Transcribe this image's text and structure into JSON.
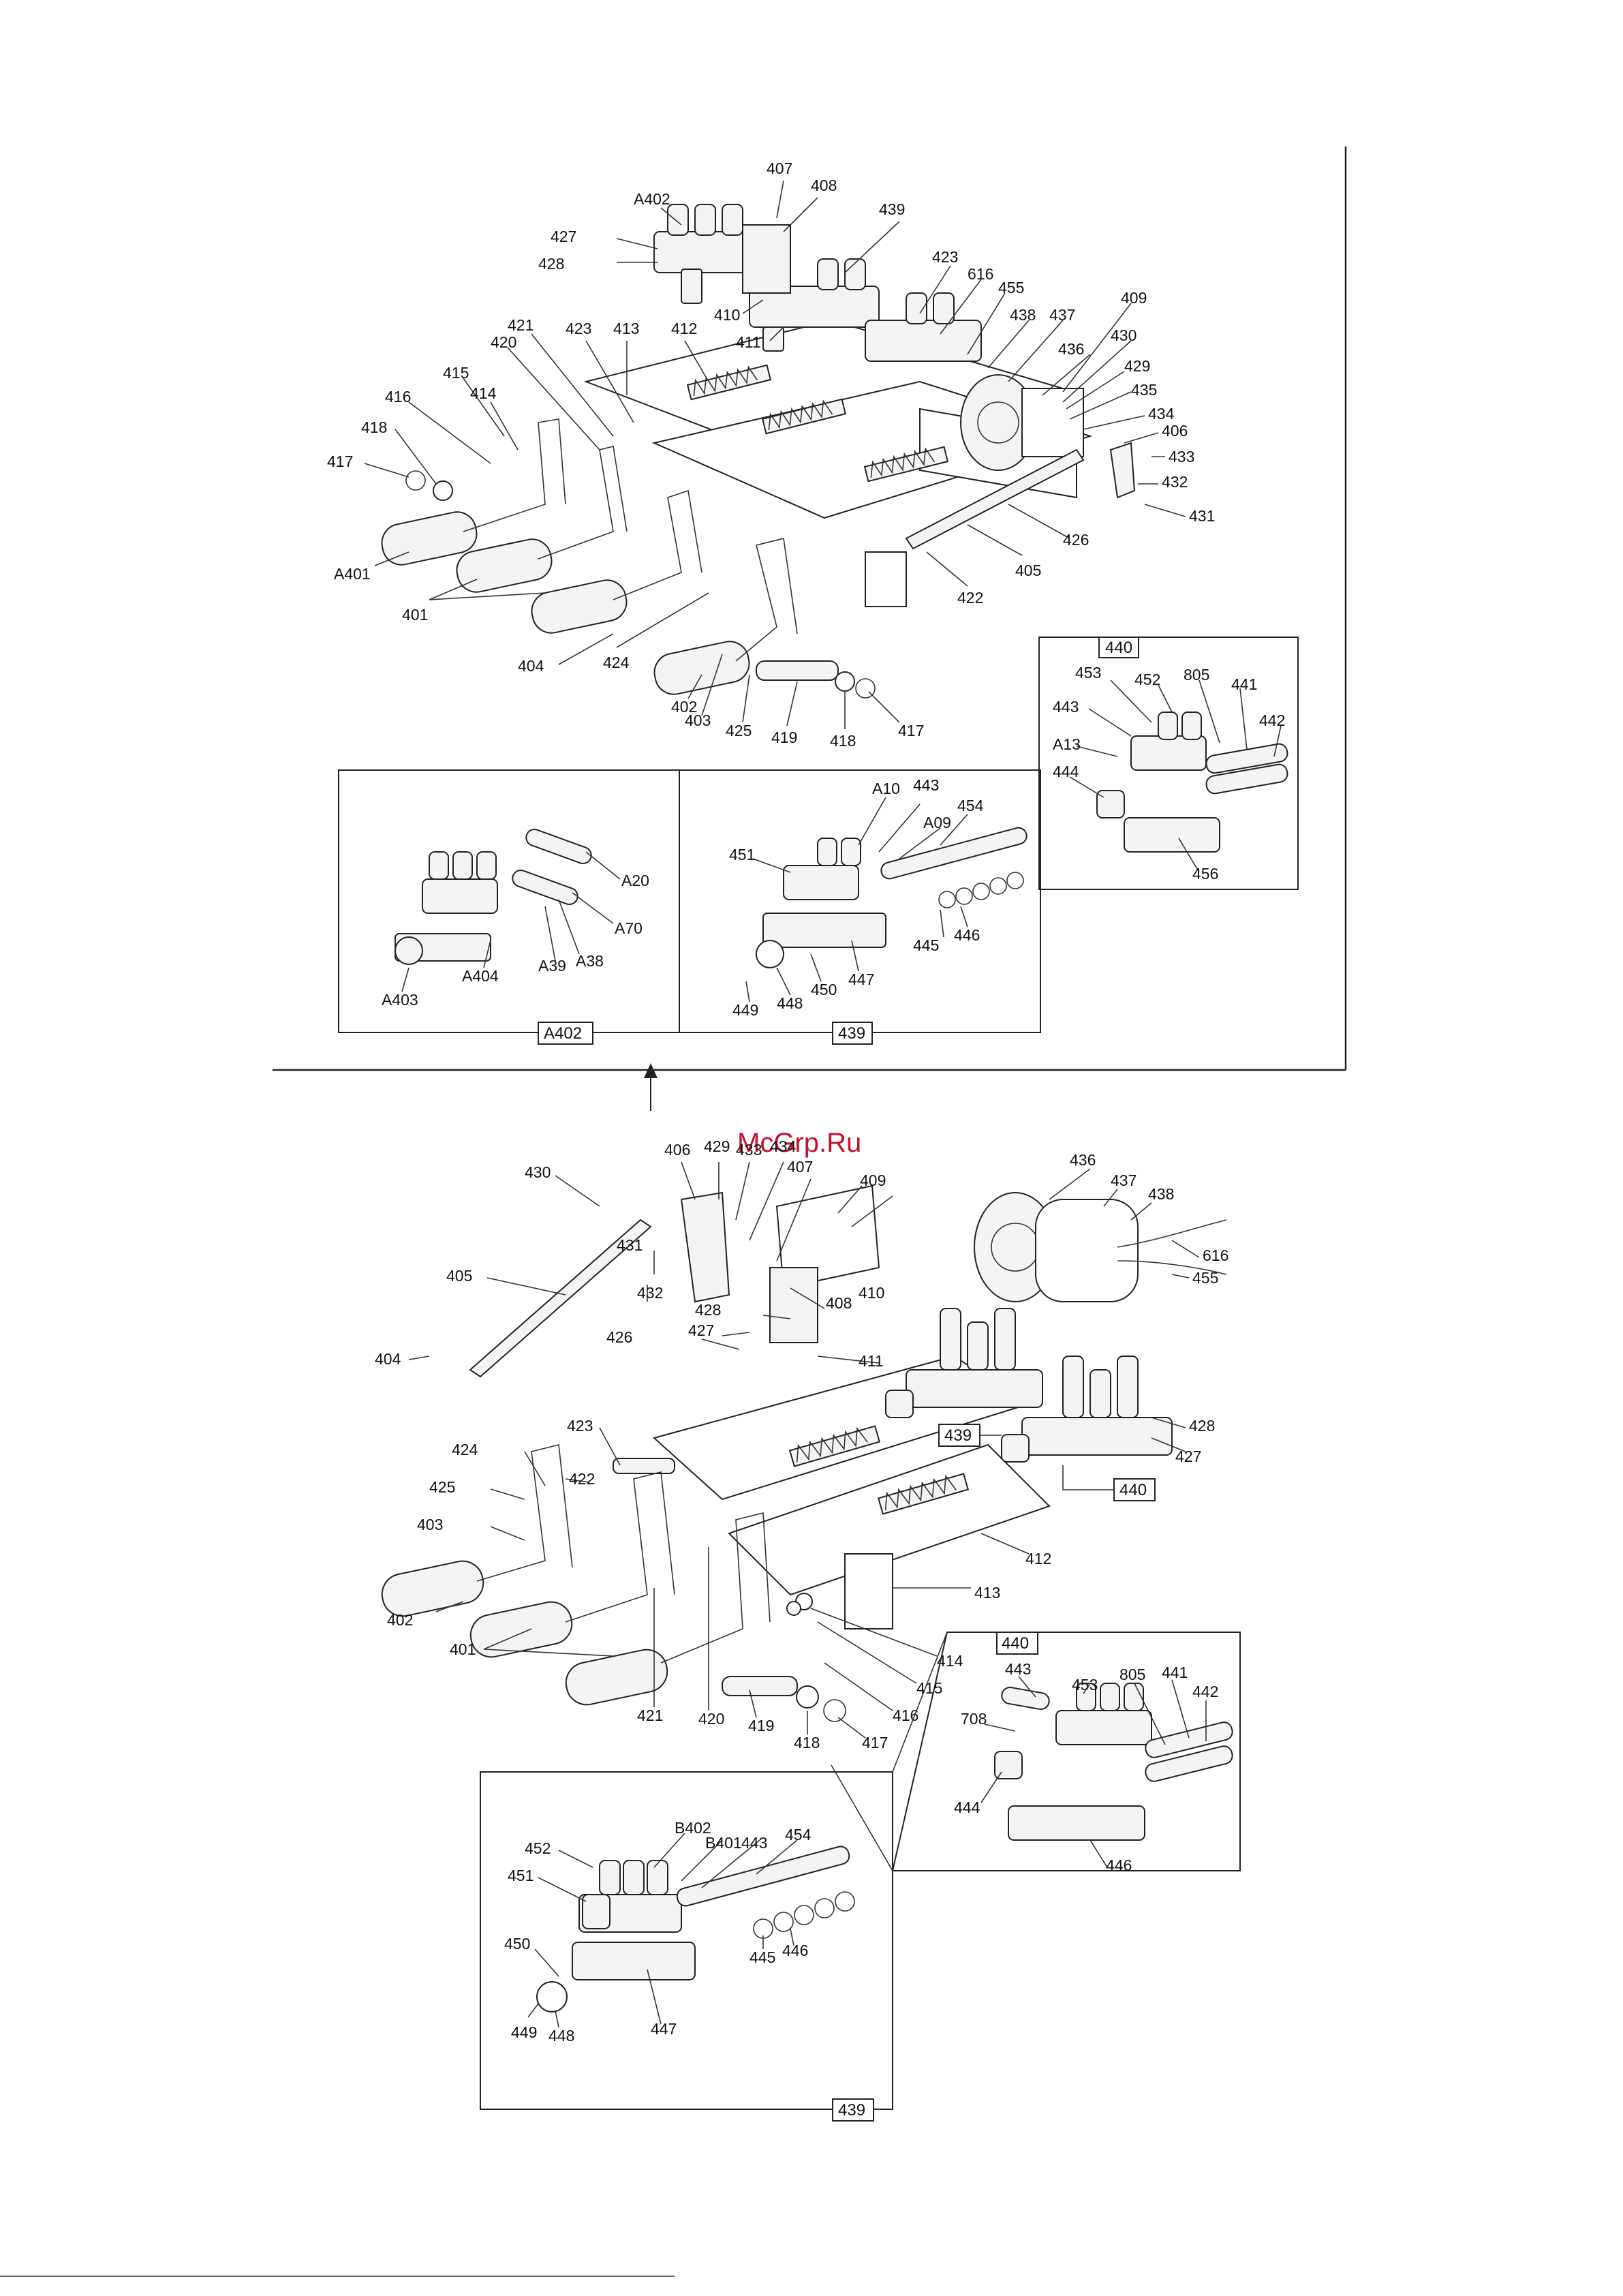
{
  "watermark": "McGrp.Ru",
  "upper": {
    "callouts": [
      "407",
      "408",
      "A402",
      "427",
      "428",
      "439",
      "423",
      "616",
      "455",
      "438",
      "437",
      "409",
      "436",
      "430",
      "429",
      "435",
      "434",
      "406",
      "433",
      "432",
      "431",
      "410",
      "411",
      "421",
      "423",
      "413",
      "412",
      "420",
      "415",
      "414",
      "416",
      "418",
      "417",
      "A401",
      "401",
      "404",
      "424",
      "402",
      "403",
      "425",
      "419",
      "418",
      "417",
      "422",
      "405",
      "426"
    ],
    "inset_440": {
      "box": "440",
      "callouts": [
        "453",
        "452",
        "805",
        "441",
        "442",
        "443",
        "A13",
        "444",
        "456"
      ]
    },
    "inset_A402": {
      "box": "A402",
      "callouts": [
        "A20",
        "A70",
        "A39",
        "A38",
        "A404",
        "A403"
      ]
    },
    "inset_439": {
      "box": "439",
      "callouts": [
        "A10",
        "443",
        "A09",
        "454",
        "451",
        "446",
        "445",
        "447",
        "450",
        "448",
        "449"
      ]
    }
  },
  "lower": {
    "callouts": [
      "406",
      "429",
      "433",
      "434",
      "407",
      "409",
      "436",
      "437",
      "438",
      "616",
      "455",
      "430",
      "431",
      "432",
      "405",
      "408",
      "410",
      "428",
      "427",
      "426",
      "411",
      "404",
      "423",
      "422",
      "424",
      "425",
      "403",
      "402",
      "401",
      "421",
      "420",
      "419",
      "418",
      "417",
      "416",
      "415",
      "414",
      "413",
      "412",
      "428",
      "427"
    ],
    "tags": [
      "439",
      "440"
    ],
    "inset_440": {
      "box": "440",
      "callouts": [
        "443",
        "453",
        "805",
        "441",
        "442",
        "708",
        "444",
        "446"
      ]
    },
    "inset_439": {
      "box": "439",
      "callouts": [
        "B402",
        "B401",
        "443",
        "454",
        "452",
        "451",
        "450",
        "449",
        "448",
        "445",
        "446",
        "447"
      ]
    }
  }
}
